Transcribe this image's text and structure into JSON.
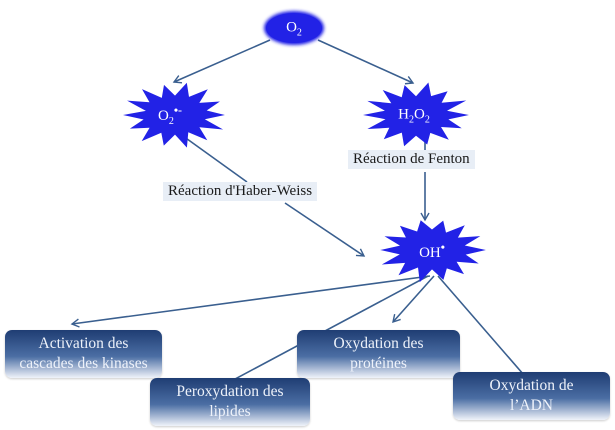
{
  "colors": {
    "node": "#2222e6",
    "arrow": "#3a5f8f",
    "box_top": "#1f3d73",
    "label_bg": "#e8eef6"
  },
  "nodes": {
    "o2": {
      "base": "O",
      "sub": "2"
    },
    "superoxide": {
      "base": "O",
      "sub": "2",
      "sup": "•-"
    },
    "h2o2": {
      "h": "H",
      "sub1": "2",
      "o": "O",
      "sub2": "2"
    },
    "hydroxyl": {
      "base": "OH",
      "sup": "•"
    }
  },
  "reactions": {
    "haber_weiss": "Réaction d'Haber-Weiss",
    "fenton": "Réaction de Fenton"
  },
  "outcomes": {
    "kinases": [
      "Activation des",
      "cascades  des kinases"
    ],
    "proteines": [
      "Oxydation des",
      "protéines"
    ],
    "lipides": [
      "Peroxydation des",
      "lipides"
    ],
    "adn": [
      "Oxydation de",
      "l’ADN"
    ]
  }
}
